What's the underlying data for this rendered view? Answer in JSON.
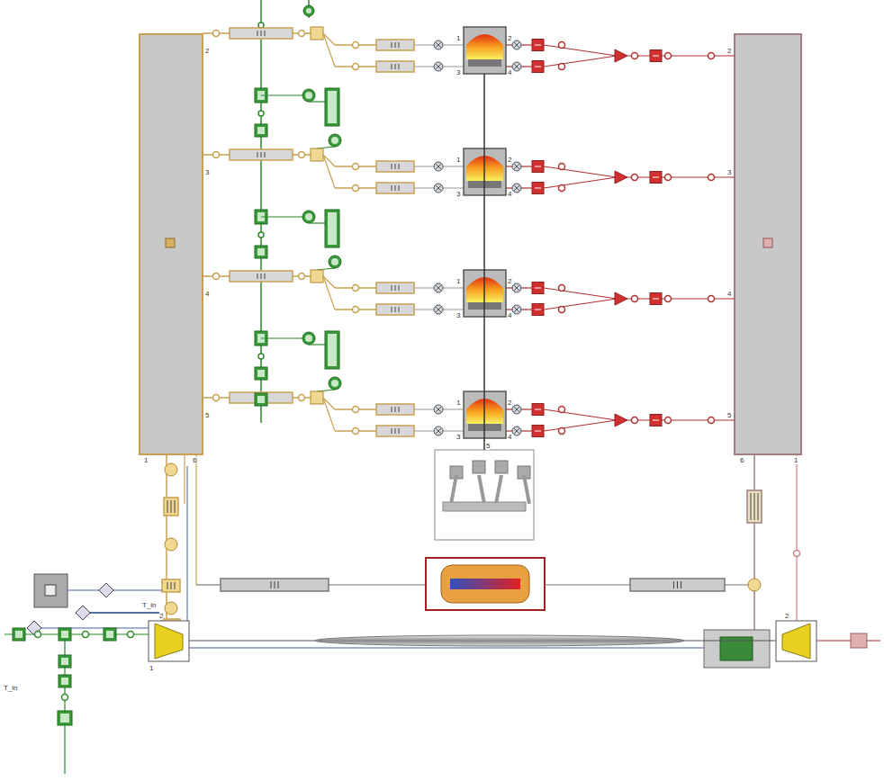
{
  "diagram": {
    "labels": [
      "2",
      "3",
      "4",
      "5",
      "1",
      "6",
      "2",
      "3",
      "4",
      "5",
      "6",
      "1",
      "1",
      "3",
      "2",
      "4",
      "1",
      "3",
      "2",
      "4",
      "1",
      "3",
      "2",
      "4",
      "1",
      "3",
      "2",
      "4",
      "5",
      "T_in",
      "T_in",
      "1",
      "2",
      "2"
    ]
  }
}
